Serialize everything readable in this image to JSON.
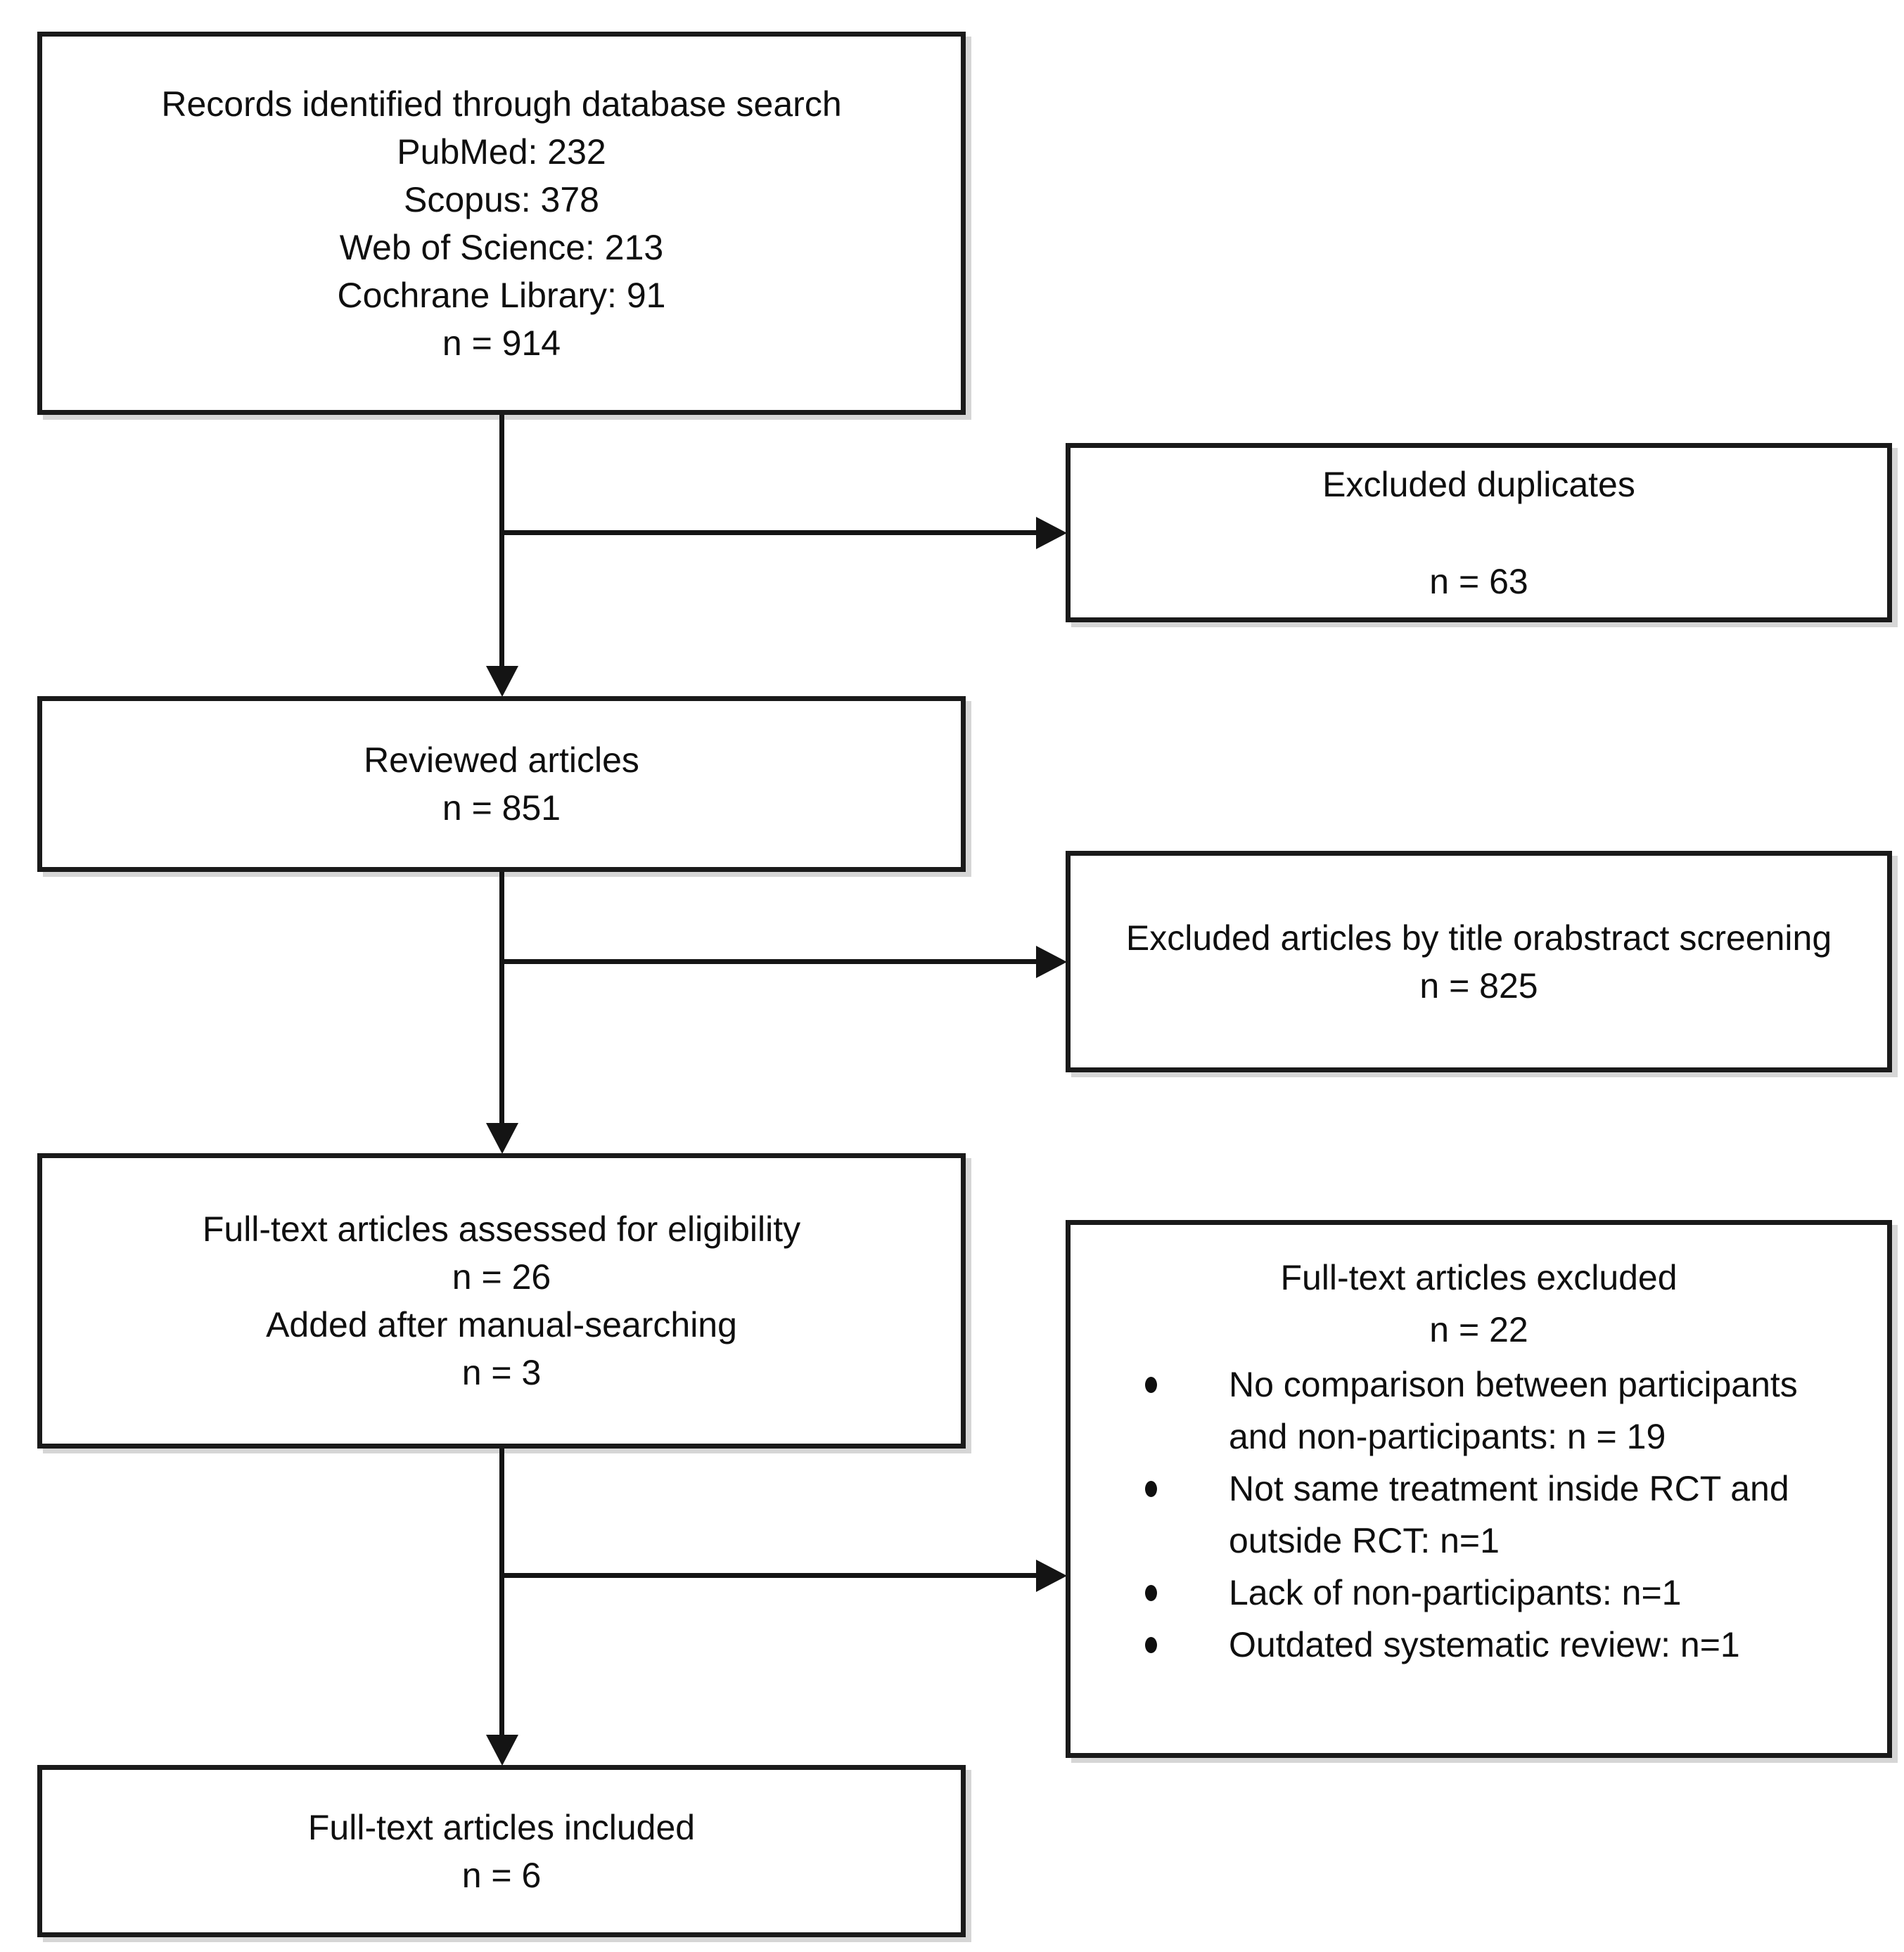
{
  "flow": {
    "records": {
      "lines": [
        "Records identified through database search",
        "PubMed: 232",
        "Scopus: 378",
        "Web of Science: 213",
        "Cochrane Library: 91",
        "n = 914"
      ]
    },
    "excluded_duplicates": {
      "title": "Excluded duplicates",
      "count": "n = 63"
    },
    "reviewed": {
      "lines": [
        "Reviewed articles",
        "n = 851"
      ]
    },
    "excluded_screening": {
      "title": "Excluded articles by title orabstract screening",
      "count": "n = 825"
    },
    "eligibility": {
      "lines": [
        "Full-text articles assessed for eligibility",
        "n = 26",
        "Added after manual-searching",
        "n = 3"
      ]
    },
    "fulltext_excluded": {
      "title": "Full-text articles excluded",
      "count": "n = 22",
      "bullets": [
        "No comparison between participants and non-participants: n = 19",
        "Not same treatment inside RCT and outside RCT: n=1",
        "Lack of non-participants: n=1",
        "Outdated systematic review: n=1"
      ]
    },
    "included": {
      "lines": [
        "Full-text articles included",
        "n = 6"
      ]
    },
    "colors": {
      "background": "#ffffff",
      "ink": "#0f0f0f",
      "line": "#141414"
    }
  }
}
